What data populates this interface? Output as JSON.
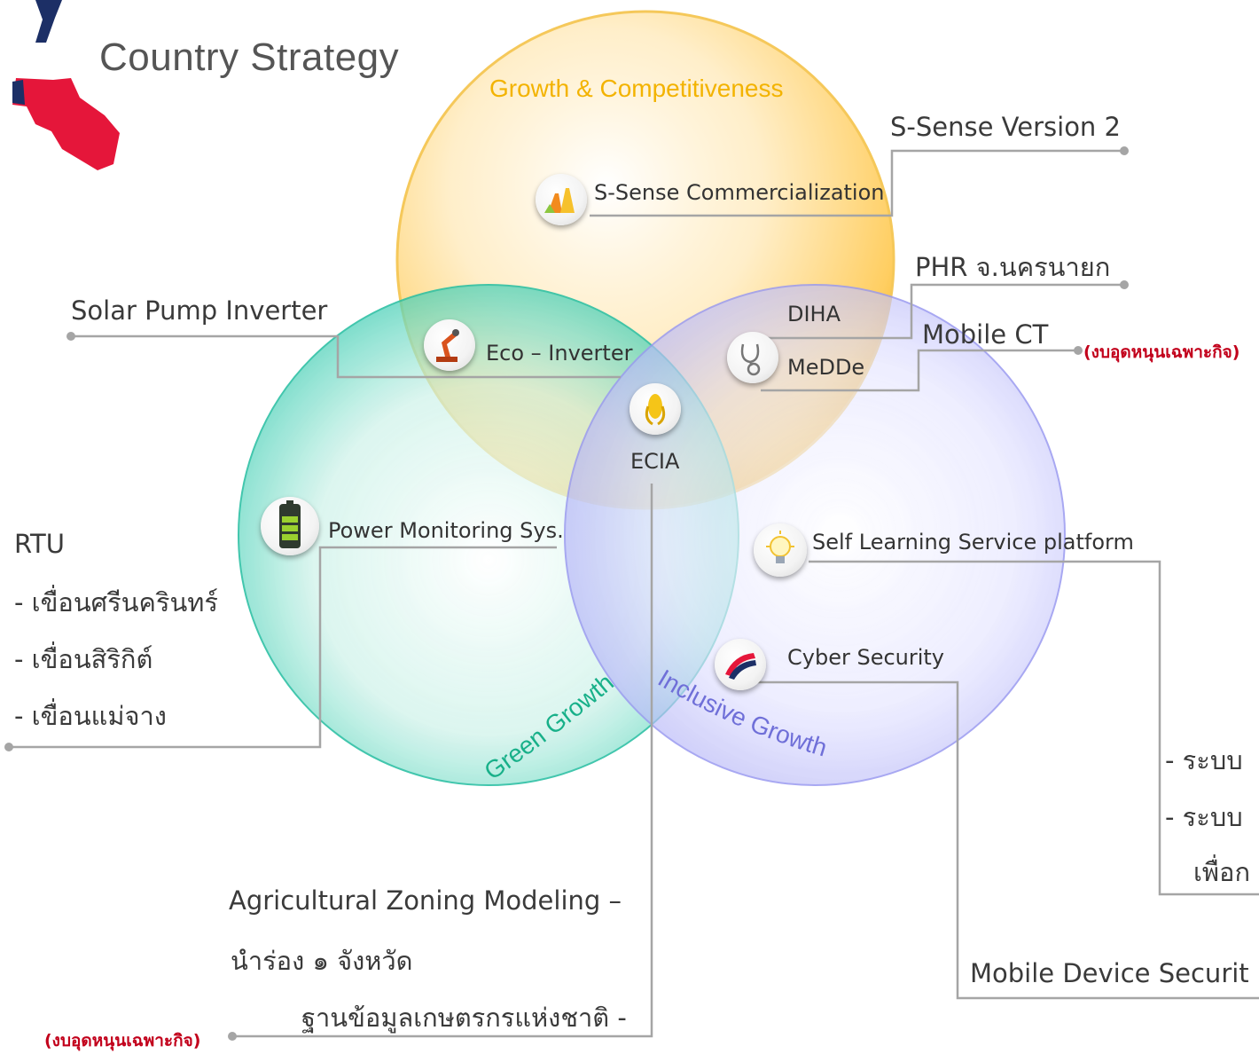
{
  "title": "Country Strategy",
  "circles": {
    "top": "Growth & Competitiveness",
    "left": "Green Growth",
    "right": "Inclusive Growth"
  },
  "nodes": {
    "s_sense_commercialization": "S-Sense Commercialization",
    "eco_inverter": "Eco – Inverter",
    "diha": "DIHA",
    "medde": "MeDDe",
    "ecia": "ECIA",
    "power_monitoring": "Power Monitoring Sys.",
    "self_learning": "Self Learning Service platform",
    "cyber_security": "Cyber Security"
  },
  "external": {
    "s_sense_v2": "S-Sense Version 2",
    "phr": "PHR  จ.นครนายก",
    "mobile_ct": "Mobile  CT",
    "mobile_ct_note": "(งบอุดหนุนเฉพาะกิจ)",
    "solar_pump": "Solar Pump Inverter",
    "rtu": "RTU",
    "rtu_items": [
      "-  เขื่อนศรีนครินทร์",
      "-  เขื่อนสิริกิต์",
      "-  เขื่อนแม่จาง"
    ],
    "right_items": [
      "-  ระบบ",
      "-  ระบบ",
      "เพื่อก"
    ],
    "agri_line1": "Agricultural Zoning Modeling –",
    "agri_line2": "นำร่อง ๑ จังหวัด",
    "farmer_db": "ฐานข้อมูลเกษตรกรแห่งชาติ -",
    "farmer_note": "(งบอุดหนุนเฉพาะกิจ)",
    "mobile_device_security": "Mobile  Device  Securit"
  },
  "colors": {
    "top_circle": "#ffc23a",
    "left_circle": "#23c4a8",
    "right_circle": "#9c9cf0",
    "top_label": "#f3b300",
    "left_label": "#18b089",
    "right_label": "#6f6fd8",
    "note_red": "#c2001b",
    "leader": "#a5a5a5"
  },
  "icons": [
    "chemistry-flask-icon",
    "robot-arm-icon",
    "stethoscope-icon",
    "corn-icon",
    "battery-icon",
    "lightbulb-icon",
    "thai-flag-icon",
    "thailand-map-icon"
  ]
}
